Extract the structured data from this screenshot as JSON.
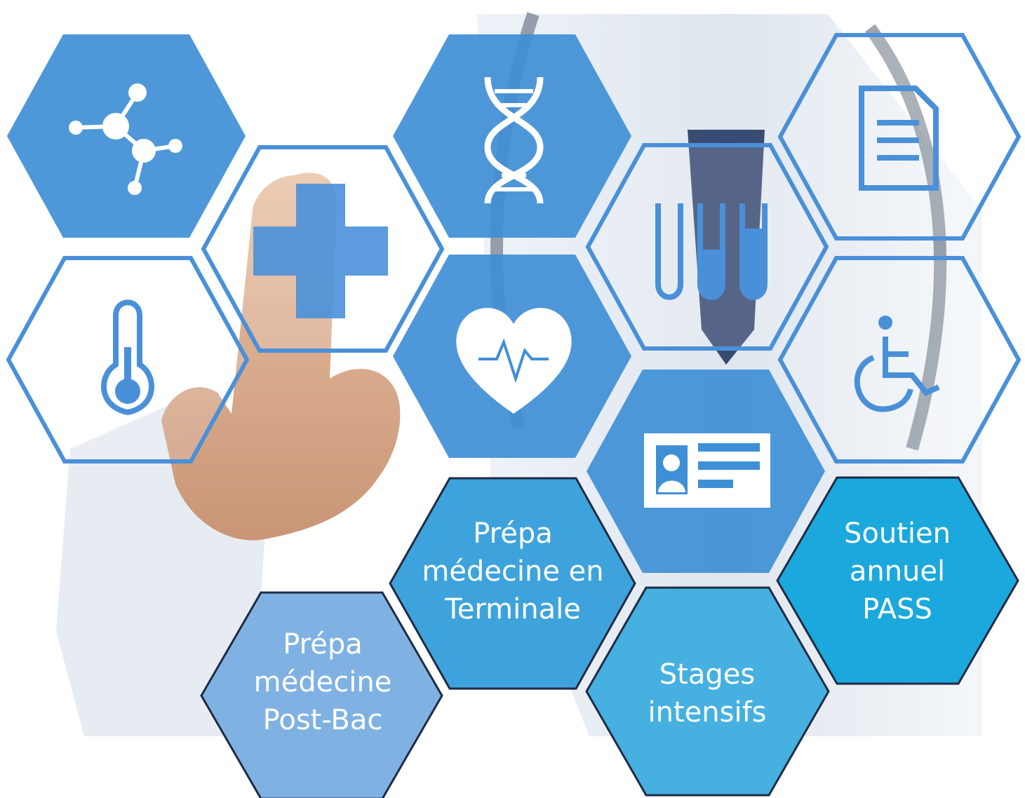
{
  "icons": [
    "molecule-icon",
    "medical-cross-icon",
    "dna-icon",
    "test-tubes-icon",
    "document-icon",
    "thermometer-icon",
    "heart-pulse-icon",
    "wheelchair-icon",
    "id-card-icon"
  ],
  "colors": {
    "hex_blue": "#3f8fd6",
    "hex_outline": "#4a90d9",
    "label_hex_1": "#7fb2e3",
    "label_hex_2": "#3ea3dc",
    "label_hex_3": "#46b0e0",
    "label_hex_4": "#1aa8dd",
    "label_border": "#1f2a44"
  },
  "labels": {
    "post_bac": [
      "Prépa",
      "médecine",
      "Post-Bac"
    ],
    "terminale": [
      "Prépa",
      "médecine en",
      "Terminale"
    ],
    "stages": [
      "Stages",
      "intensifs"
    ],
    "pass": [
      "Soutien",
      "annuel",
      "PASS"
    ]
  }
}
